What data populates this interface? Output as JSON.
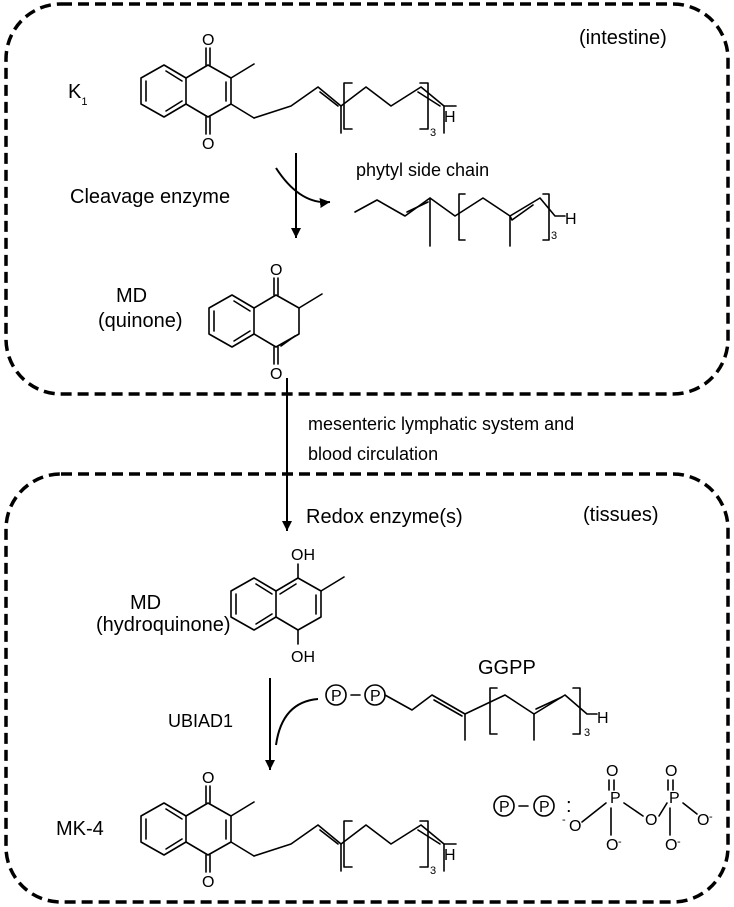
{
  "compartments": {
    "intestine": "(intestine)",
    "tissues": "(tissues)"
  },
  "compounds": {
    "k1": {
      "name": "K",
      "subscript": "1"
    },
    "md_quinone": {
      "line1": "MD",
      "line2": "(quinone)"
    },
    "md_hydroquinone": {
      "line1": "MD",
      "line2": "(hydroquinone)"
    },
    "mk4": "MK-4",
    "ggpp": "GGPP",
    "phytyl": "phytyl side chain"
  },
  "steps": {
    "cleavage": "Cleavage enzyme",
    "transport_line1": "mesenteric lymphatic system and",
    "transport_line2": "blood circulation",
    "redox": "Redox enzyme(s)",
    "ubiad1": "UBIAD1"
  },
  "atoms": {
    "oxygen": "O",
    "hydroxyl": "OH",
    "hydrogen": "H",
    "repeat": "3",
    "phosphate": "P",
    "phosphorus": "P",
    "oxide": "O",
    "oxide_minus": "-",
    "colon": ":"
  }
}
